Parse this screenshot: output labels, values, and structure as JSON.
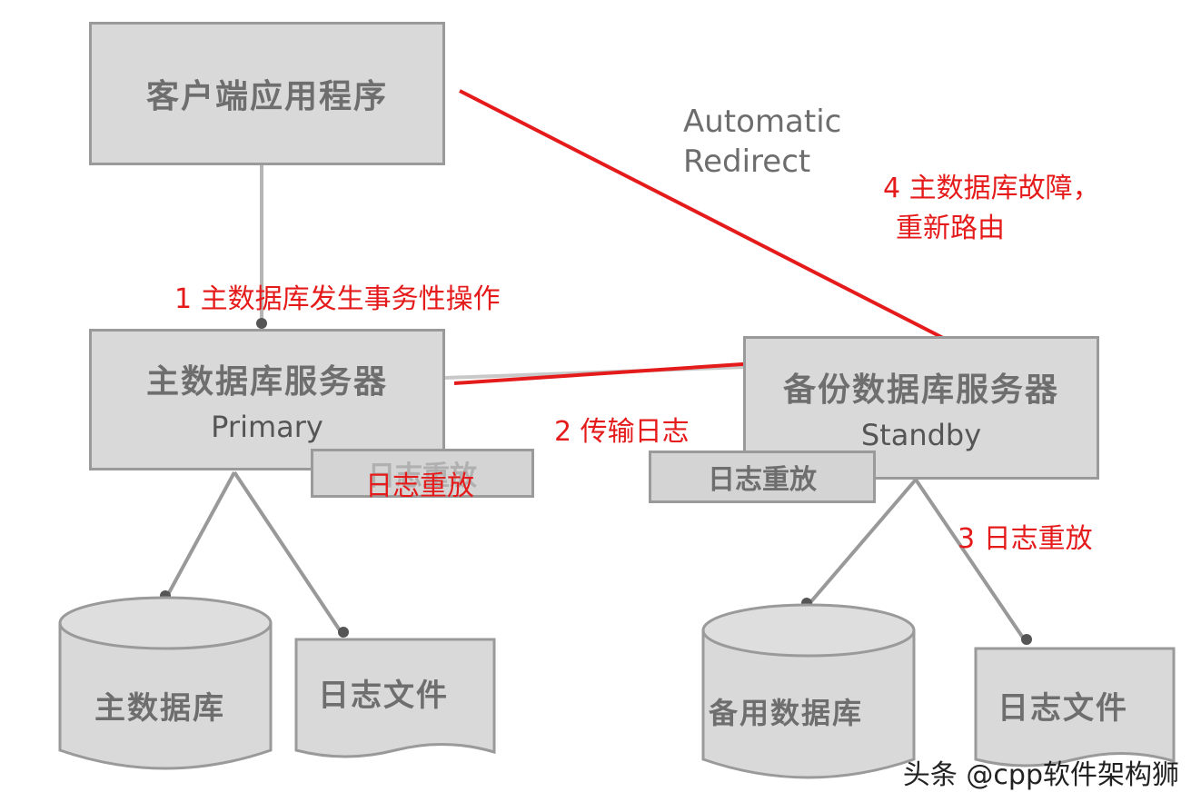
{
  "client": {
    "label": "客户端应用程序"
  },
  "auto_redirect": {
    "line1": "Automatic",
    "line2": "Redirect"
  },
  "primary": {
    "label_cn": "主数据库服务器",
    "label_en": "Primary",
    "replay": "日志重放"
  },
  "standby": {
    "label_cn": "备份数据库服务器",
    "label_en": "Standby",
    "replay": "日志重放"
  },
  "primary_db": {
    "label": "主数据库"
  },
  "primary_log": {
    "label": "日志文件"
  },
  "standby_db": {
    "label": "备用数据库"
  },
  "standby_log": {
    "label": "日志文件"
  },
  "annotations": {
    "step1": "1 主数据库发生事务性操作",
    "step2": "2 传输日志",
    "step3": "3 日志重放",
    "step4_line1": "4 主数据库故障，",
    "step4_line2": "重新路由",
    "replay_overlay": "日志重放"
  },
  "colors": {
    "annotation": "#e51b1b",
    "shape_fill": "#d9d9d9",
    "shape_border": "#9a9a9a"
  },
  "watermark": "头条 @cpp软件架构狮"
}
